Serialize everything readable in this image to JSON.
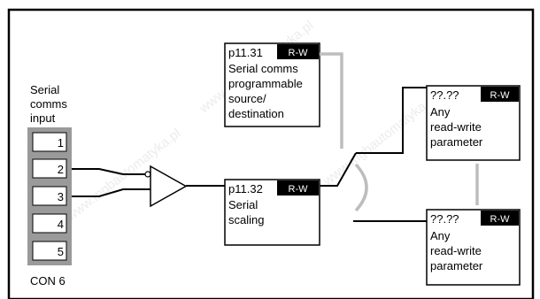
{
  "serial_input": {
    "label_lines": [
      "Serial",
      "comms",
      "input"
    ],
    "connector": "CON 6",
    "terminals": [
      "1",
      "2",
      "3",
      "4",
      "5"
    ]
  },
  "blocks": {
    "source_dest": {
      "param": "p11.31",
      "access": "R-W",
      "lines": [
        "Serial comms",
        "programmable",
        "source/",
        "destination"
      ]
    },
    "scaling": {
      "param": "p11.32",
      "access": "R-W",
      "lines": [
        "Serial",
        "scaling"
      ]
    },
    "target_top": {
      "param": "??.??",
      "access": "R-W",
      "lines": [
        "Any",
        "read-write",
        "parameter"
      ]
    },
    "target_bottom": {
      "param": "??.??",
      "access": "R-W",
      "lines": [
        "Any",
        "read-write",
        "parameter"
      ]
    }
  },
  "watermark": "www.mgbautomatyka.pl",
  "colors": {
    "line": "#000000",
    "link": "#bdbdbd",
    "connector_frame": "#9a9a9a",
    "header_bg": "#000000",
    "header_text": "#ffffff"
  }
}
